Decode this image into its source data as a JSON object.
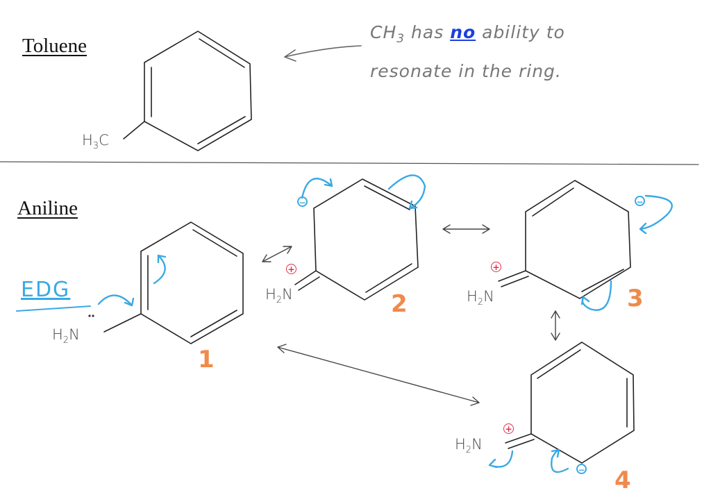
{
  "sections": {
    "toluene": "Toluene",
    "aniline": "Aniline"
  },
  "note": {
    "part1": "CH",
    "sub": "3",
    "part2": " has ",
    "emphasis": "no",
    "part3": " ability to",
    "line2": "resonate in the ring."
  },
  "labels": {
    "h3c": {
      "main": "H",
      "sub": "3",
      "end": "C"
    },
    "h2n": {
      "main": "H",
      "sub": "2",
      "end": "N"
    },
    "edg": "EDG",
    "positive": "+",
    "negative": "−"
  },
  "structure_numbers": [
    "1",
    "2",
    "3",
    "4"
  ],
  "colors": {
    "ink": "#222222",
    "curved_arrow": "#3aa9e4",
    "number": "#f08a4b",
    "positive_charge": "#e0304a",
    "note": "#777777",
    "emphasis": "#1a3fe0"
  }
}
